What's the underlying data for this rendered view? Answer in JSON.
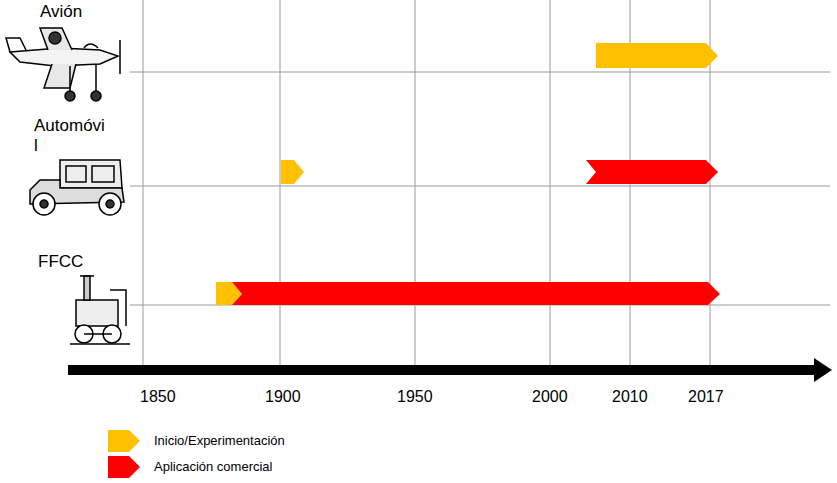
{
  "diagram": {
    "labels": [
      "Avión",
      "Automóvi l",
      "FFCC",
      "1850",
      "1900",
      "1950",
      "2000",
      "2010",
      "2017"
    ],
    "legend": [
      {
        "text": "Inicio/Experimentación",
        "color": "#FFC000"
      },
      {
        "text": "Aplicación comercial",
        "color": "#FF0000"
      }
    ]
  }
}
